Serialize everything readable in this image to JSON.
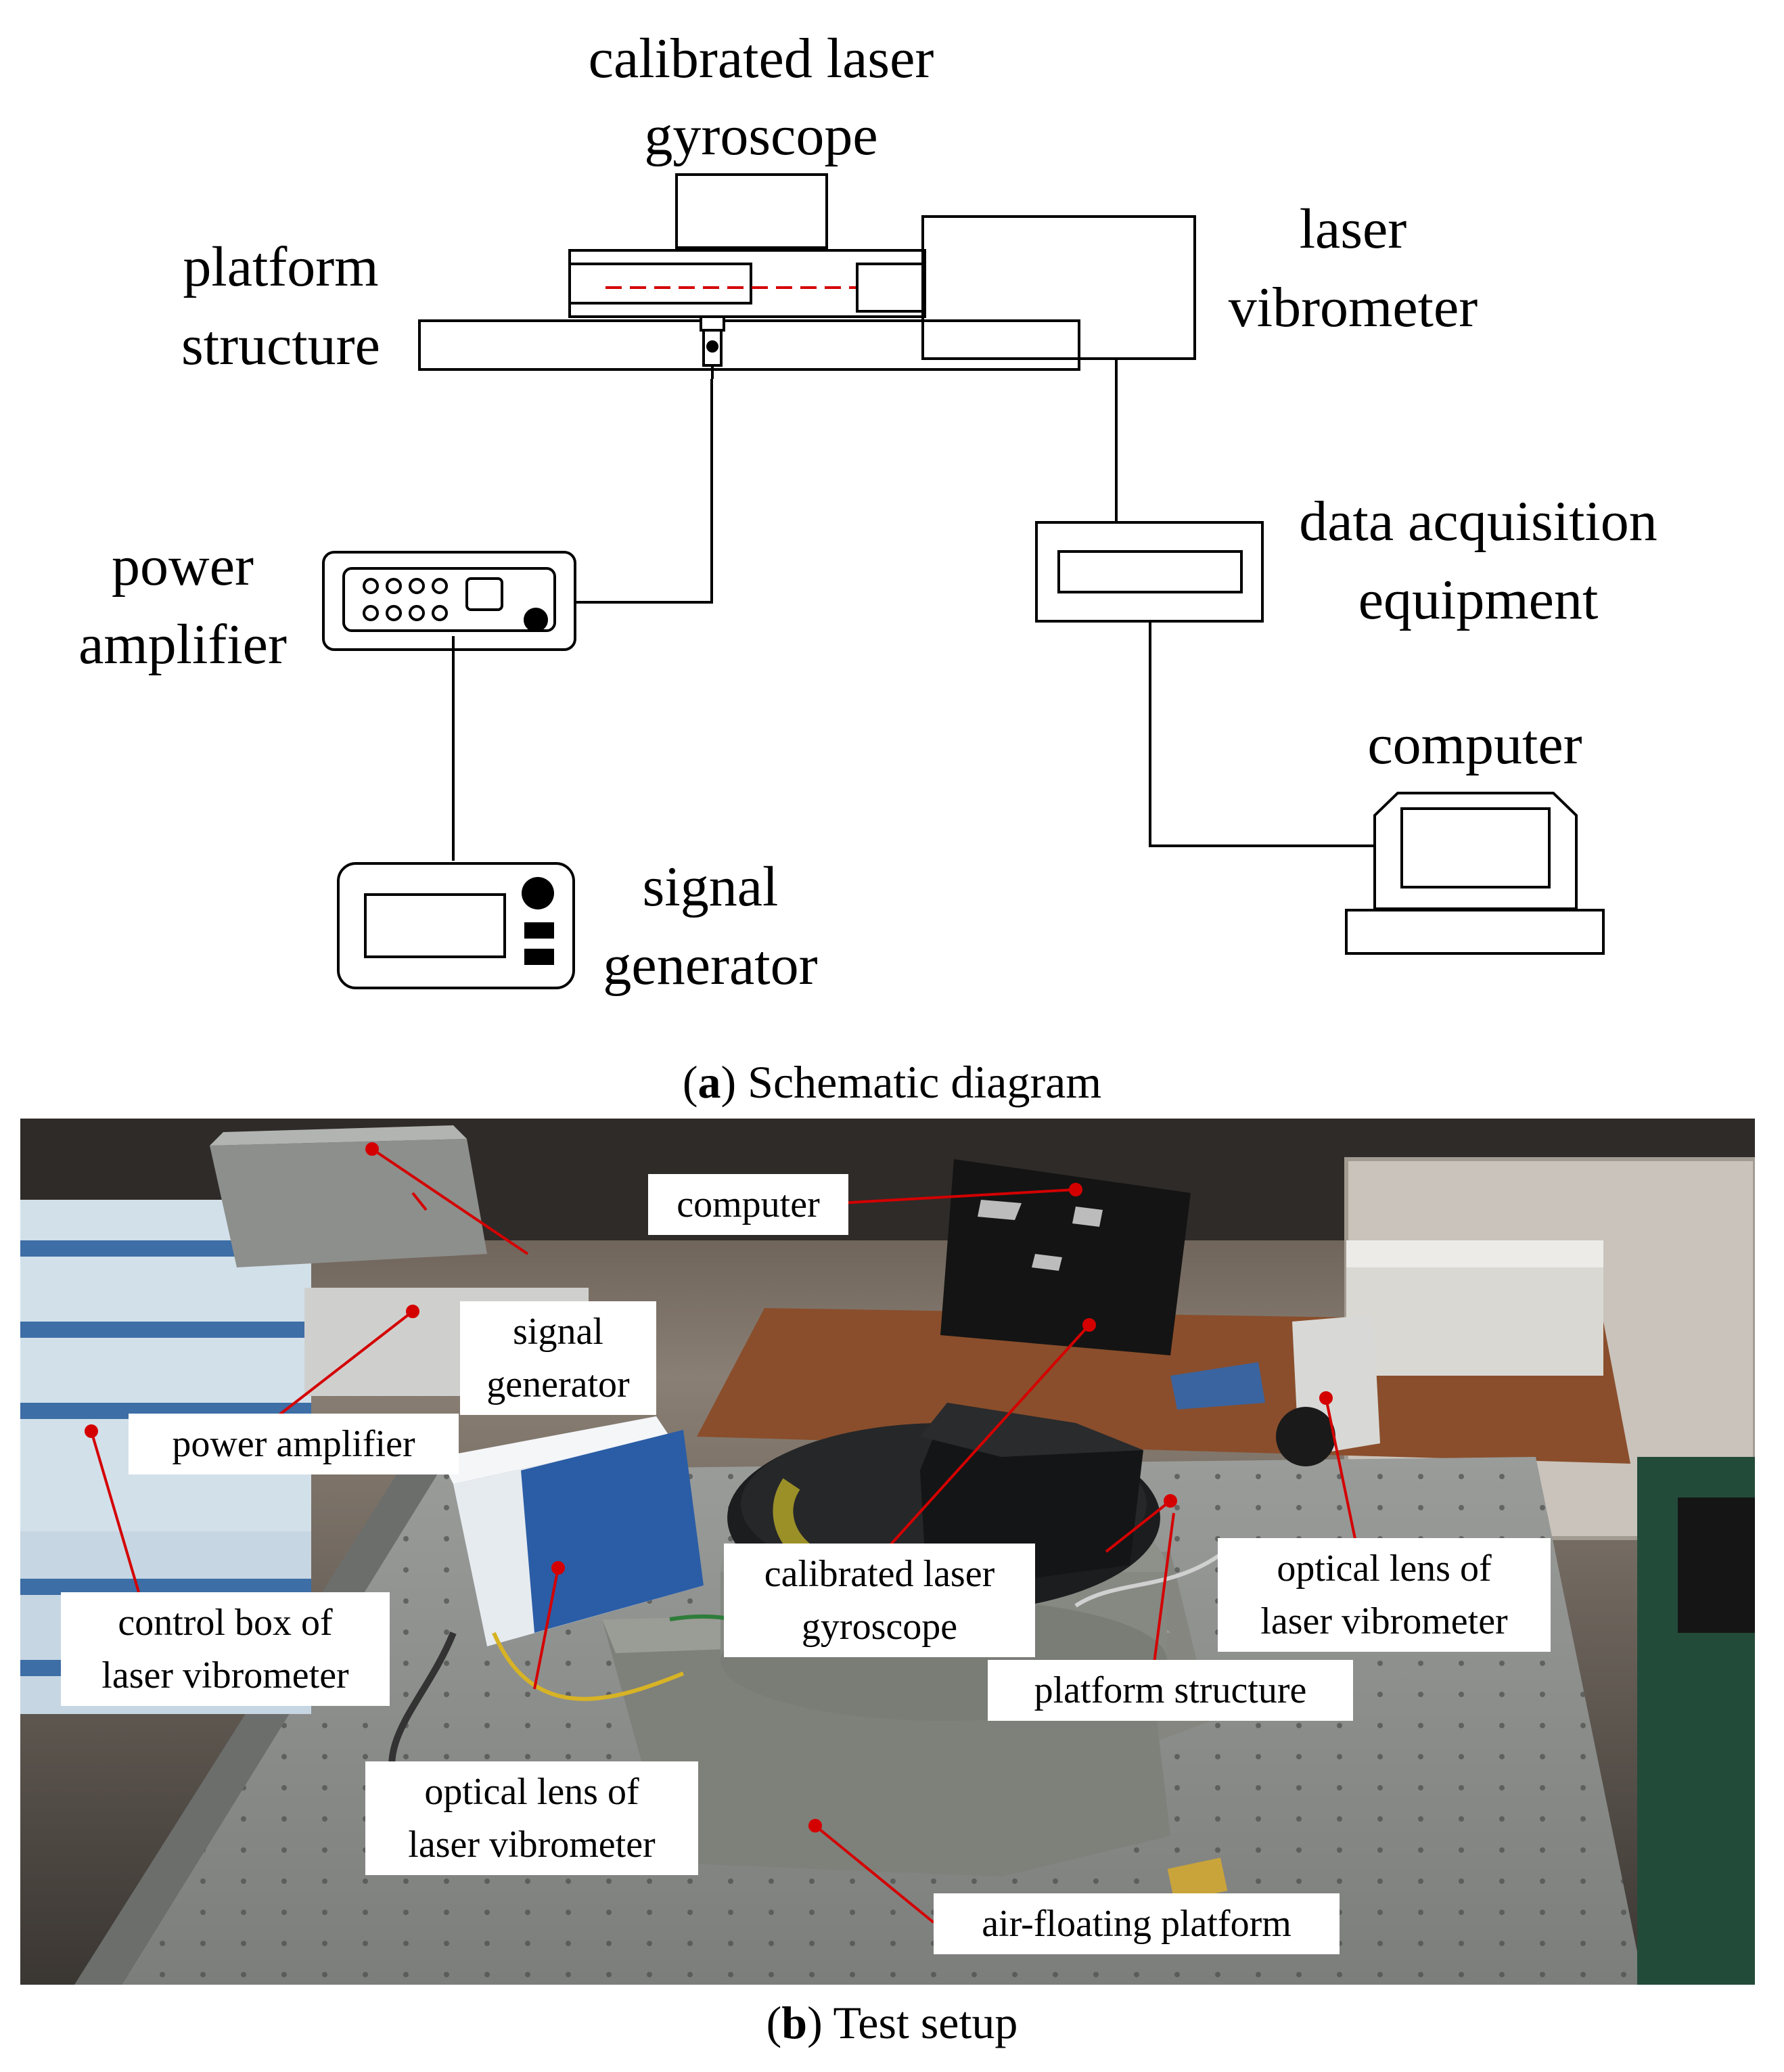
{
  "schematic": {
    "labels": {
      "calibrated_gyro_1": "calibrated laser",
      "calibrated_gyro_2": "gyroscope",
      "platform_1": "platform",
      "platform_2": "structure",
      "laser_vib_1": "laser",
      "laser_vib_2": "vibrometer",
      "power_amp_1": "power",
      "power_amp_2": "amplifier",
      "daq_1": "data acquisition",
      "daq_2": "equipment",
      "computer": "computer",
      "signal_gen_1": "signal",
      "signal_gen_2": "generator"
    },
    "caption_letter": "a",
    "caption_text": "Schematic diagram"
  },
  "photo": {
    "labels": {
      "computer": "computer",
      "signal_gen_1": "signal",
      "signal_gen_2": "generator",
      "power_amp": "power amplifier",
      "calib_1": "calibrated laser",
      "calib_2": "gyroscope",
      "optical_right_1": "optical lens of",
      "optical_right_2": "laser vibrometer",
      "platform": "platform structure",
      "control_1": "control box of",
      "control_2": "laser vibrometer",
      "optical_left_1": "optical lens of",
      "optical_left_2": "laser vibrometer",
      "air": "air-floating platform"
    },
    "caption_letter": "b",
    "caption_text": "Test setup",
    "colors": {
      "leader": "#d40000"
    }
  }
}
